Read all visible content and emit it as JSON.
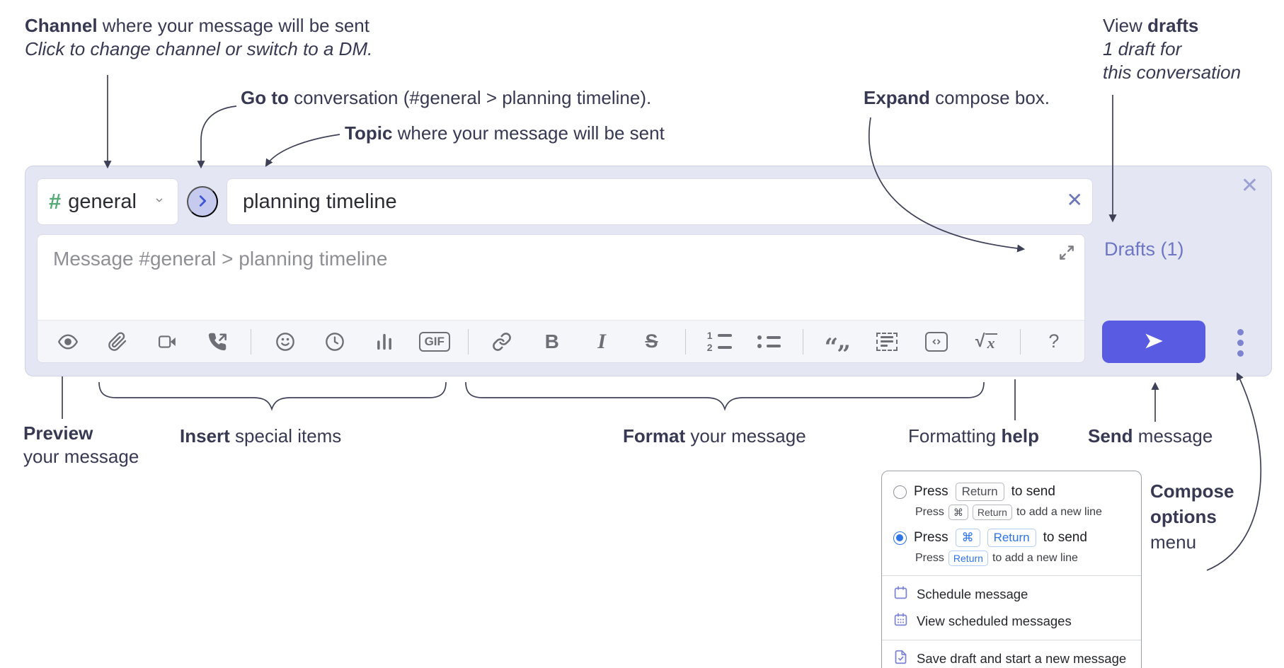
{
  "annotations": {
    "channel": {
      "bold": "Channel",
      "rest": " where your message will be sent",
      "sub_italic": "Click to change channel or switch to a DM."
    },
    "goto": {
      "bold": "Go to",
      "rest": " conversation (#general > planning timeline)."
    },
    "topic": {
      "bold": "Topic",
      "rest": " where your message will be sent"
    },
    "drafts": {
      "pre": "View ",
      "bold": "drafts",
      "line2": "1 draft for",
      "line3": "this conversation"
    },
    "expand": {
      "bold": "Expand",
      "rest": " compose box."
    },
    "preview": {
      "bold": "Preview",
      "line2": "your message"
    },
    "insert": {
      "bold": "Insert",
      "rest": " special items"
    },
    "format": {
      "bold": "Format",
      "rest": " your message"
    },
    "help": {
      "pre": "Formatting ",
      "bold": "help"
    },
    "send": {
      "bold": "Send",
      "rest": " message"
    },
    "compose_options": {
      "line1": "Compose",
      "line2": "options",
      "line3": "menu"
    }
  },
  "compose": {
    "channel_selector": {
      "hash": "#",
      "name": "general"
    },
    "goto_button": {
      "icon": "chevron-right"
    },
    "topic": {
      "value": "planning timeline"
    },
    "message": {
      "placeholder": "Message #general > planning timeline"
    },
    "drafts_link": "Drafts (1)",
    "close_label": "✕",
    "topic_clear_label": "✕",
    "toolbar": {
      "gif_label": "GIF",
      "bold_label": "B",
      "italic_label": "I",
      "strike_label": "S",
      "ol_digits": [
        "1",
        "2"
      ],
      "quote_open": "“",
      "quote_close": "”",
      "math_radical": "√",
      "math_x": "x",
      "help_label": "?",
      "icons": [
        "preview-eye",
        "attach-paperclip",
        "video-call",
        "voice-call",
        "emoji",
        "schedule-time",
        "poll",
        "gif",
        "link",
        "bold",
        "italic",
        "strikethrough",
        "numbered-list",
        "bulleted-list",
        "quote",
        "spoiler",
        "code",
        "math",
        "help"
      ]
    }
  },
  "send_options_menu": {
    "option1": {
      "selected": false,
      "press": "Press",
      "kbd1": "Return",
      "suffix": "to send",
      "sub_press": "Press",
      "sub_kbd1": "⌘",
      "sub_kbd2": "Return",
      "sub_suffix": "to add a new line"
    },
    "option2": {
      "selected": true,
      "press": "Press",
      "kbd1": "⌘",
      "kbd2": "Return",
      "suffix": "to send",
      "sub_press": "Press",
      "sub_kbd1": "Return",
      "sub_suffix": "to add a new line"
    },
    "items": [
      "Schedule message",
      "View scheduled messages",
      "Save draft and start a new message"
    ]
  },
  "colors": {
    "panel_bg": "#e4e6f4",
    "send_button": "#5a5be3",
    "drafts_link": "#6d76c5",
    "hash_green": "#55ab77",
    "goto_circle": "#c5caee",
    "goto_chevron": "#3c55d8",
    "radio_selected_blue": "#2d74e7",
    "menu_icon_purple": "#7d84d8",
    "annotation_text": "#373952",
    "toolbar_icon": "#6e6e76"
  }
}
